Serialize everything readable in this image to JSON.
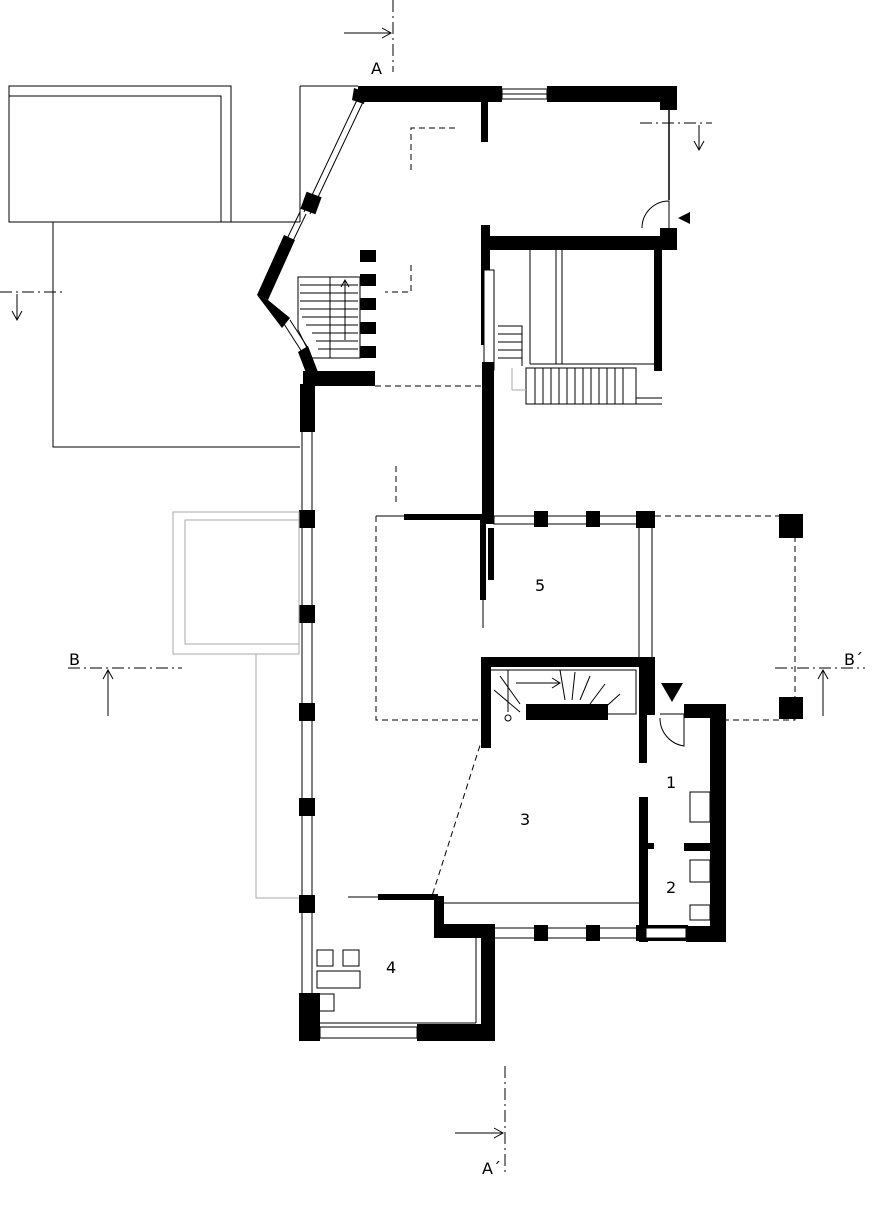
{
  "section_marks": {
    "a_top": "A",
    "a_bottom": "A´",
    "b_left": "B",
    "b_right": "B´"
  },
  "rooms": {
    "r1": "1",
    "r2": "2",
    "r3": "3",
    "r4": "4",
    "r5": "5"
  },
  "colors": {
    "wall": "#000000",
    "line": "#000000",
    "faint_line": "#aaaaaa",
    "background": "#ffffff"
  }
}
